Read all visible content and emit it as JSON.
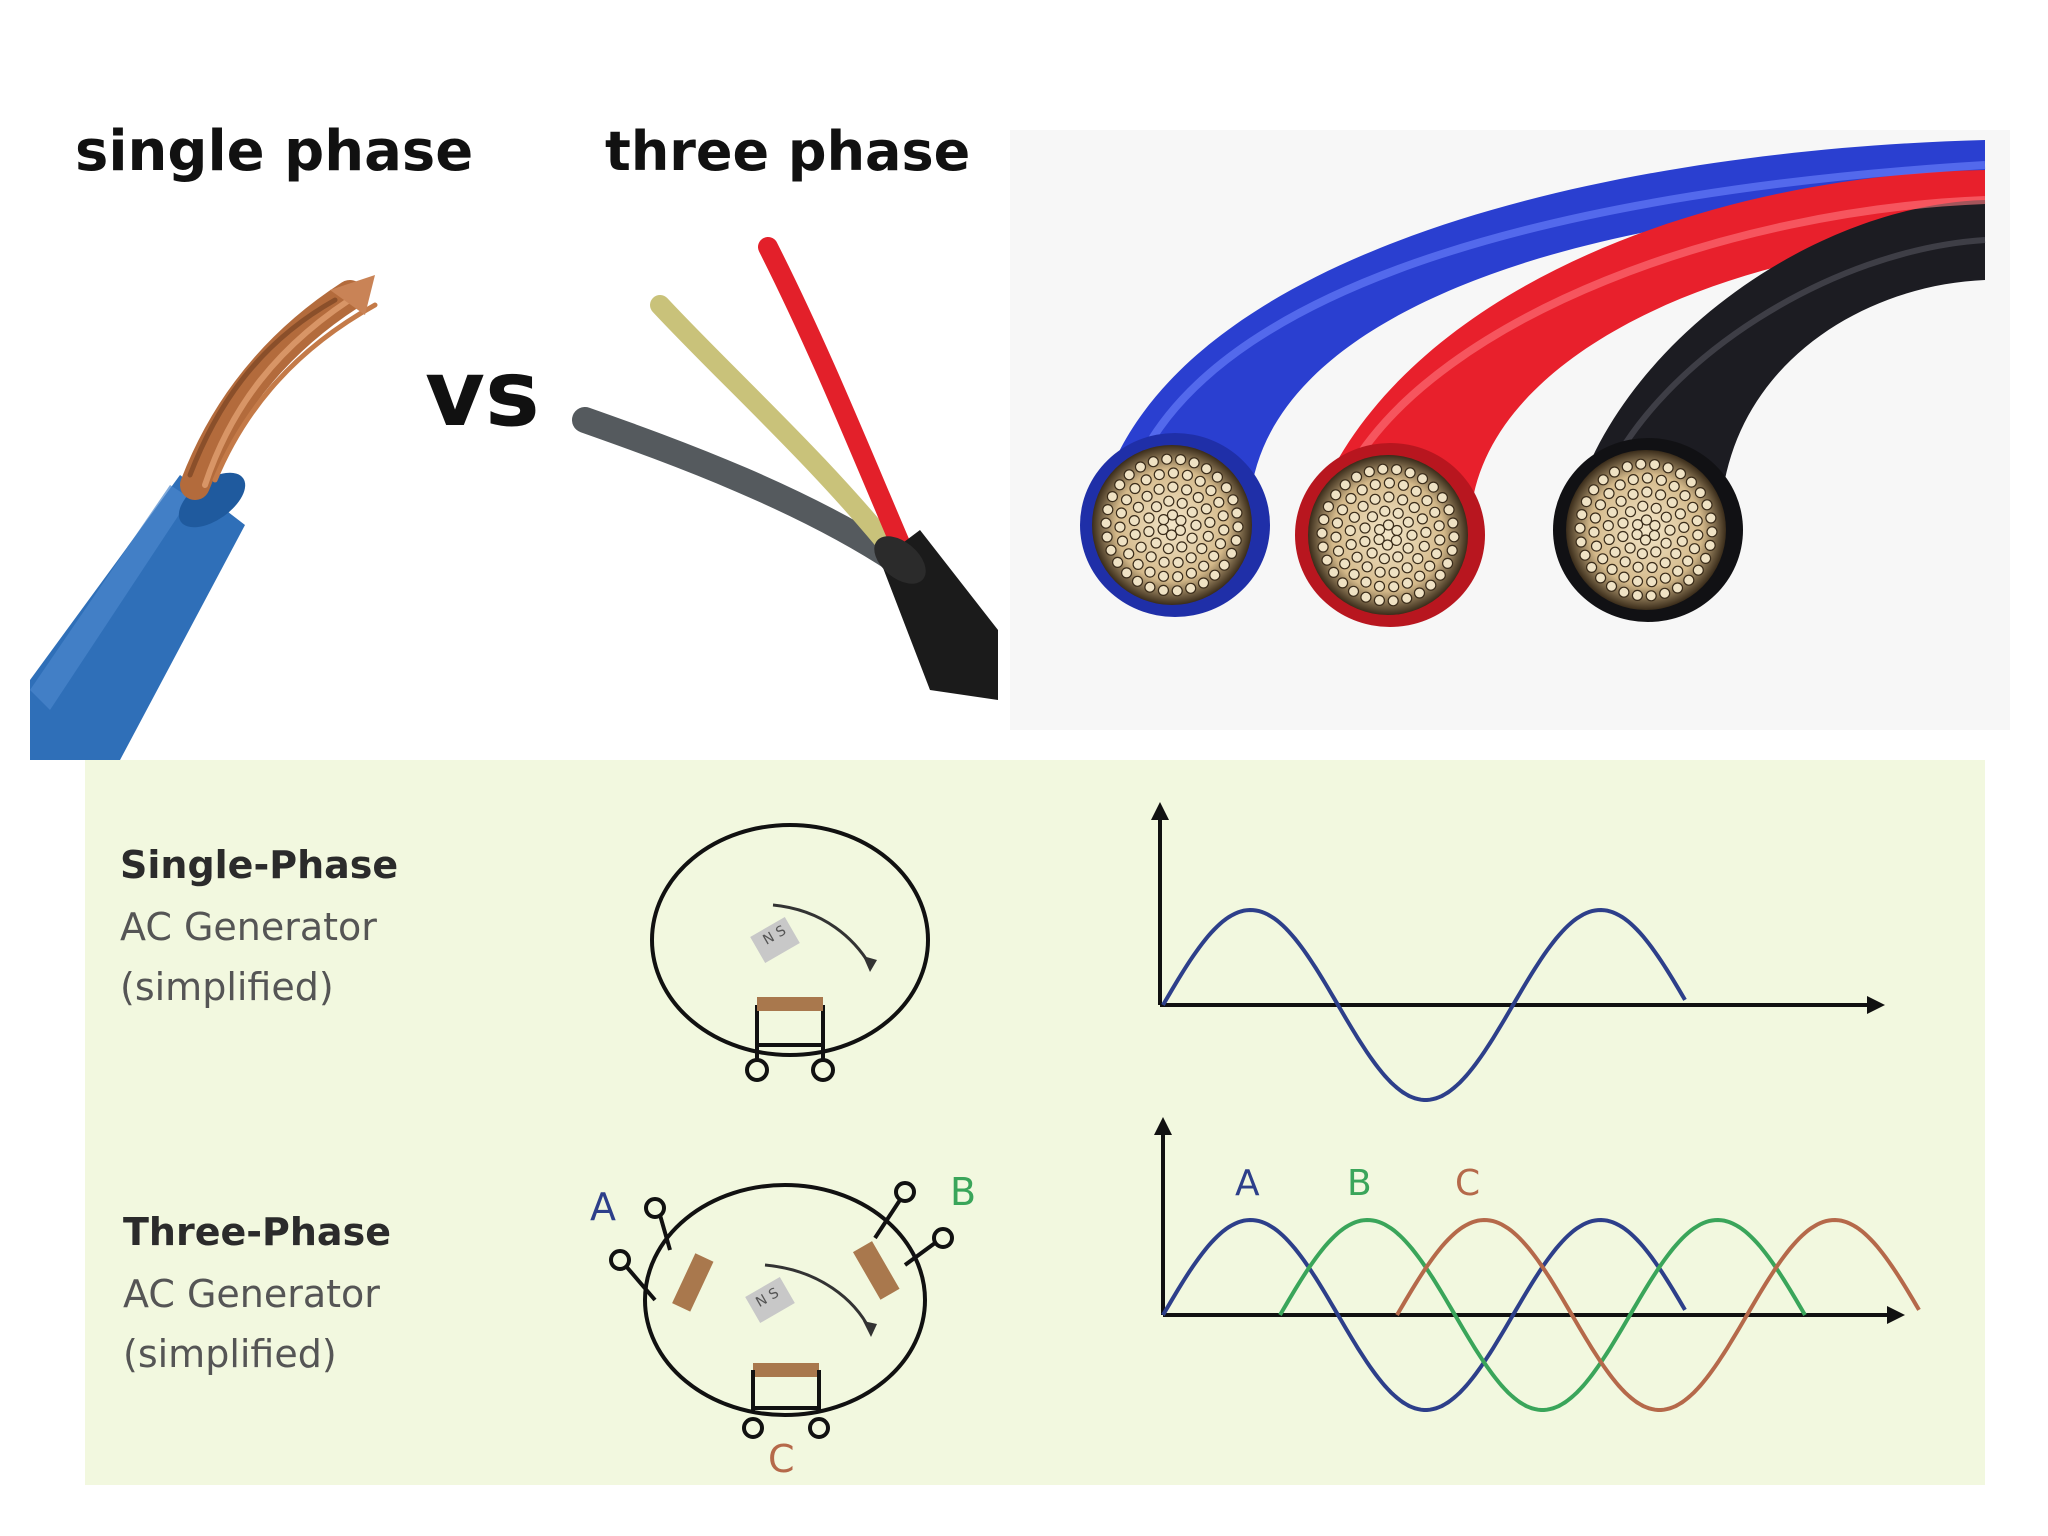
{
  "top": {
    "single_label": "single phase",
    "vs_label": "vs",
    "three_label": "three phase"
  },
  "diagram": {
    "single": {
      "line1": "Single-Phase",
      "line2": "AC Generator",
      "line3": "(simplified)"
    },
    "three": {
      "line1": "Three-Phase",
      "line2": "AC Generator",
      "line3": "(simplified)",
      "terminal_a": "A",
      "terminal_b": "B",
      "terminal_c": "C"
    },
    "rotor_label_single": "N S",
    "rotor_label_three": "N S",
    "wave_labels": {
      "a": "A",
      "b": "B",
      "c": "C"
    }
  },
  "colors": {
    "wire_blue": "#2f6fb8",
    "copper": "#b36b3c",
    "red": "#e3202a",
    "yellow": "#c9c27a",
    "grey": "#555a5e",
    "black": "#1b1b1b",
    "diagram_bg": "#f2f8df",
    "phase_a": "#2d3f8a",
    "phase_b": "#3aa55a",
    "phase_c": "#b5694a",
    "coil": "#a9784d"
  }
}
